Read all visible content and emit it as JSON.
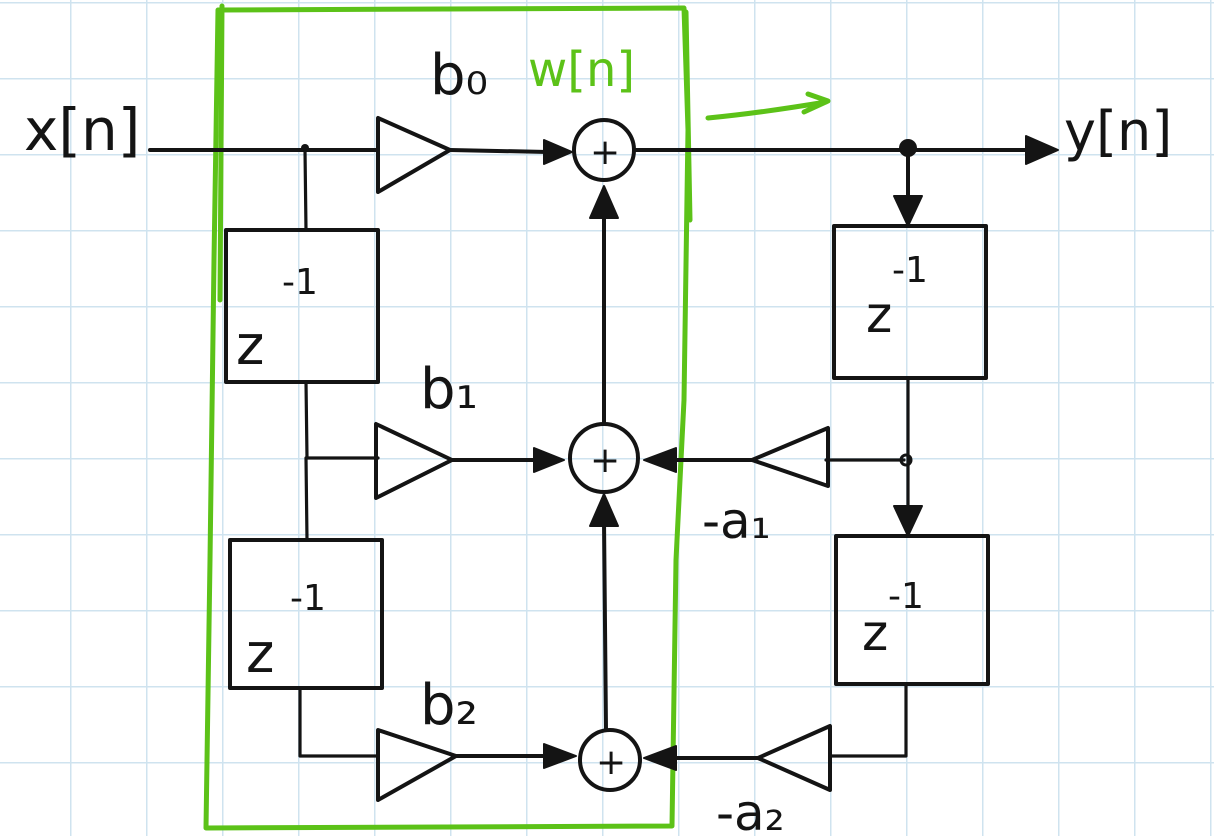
{
  "signals": {
    "input": "x[n]",
    "output": "y[n]",
    "intermediate": "w[n]"
  },
  "gains": {
    "b0": "b₀",
    "b1": "b₁",
    "b2": "b₂",
    "neg_a1": "-a₁",
    "neg_a2": "-a₂"
  },
  "delay": {
    "base": "z",
    "exponent": "-1"
  },
  "adder": {
    "symbol": "+"
  },
  "colors": {
    "ink": "#141414",
    "highlight": "#5cc218",
    "grid": "#cfe3ef"
  }
}
